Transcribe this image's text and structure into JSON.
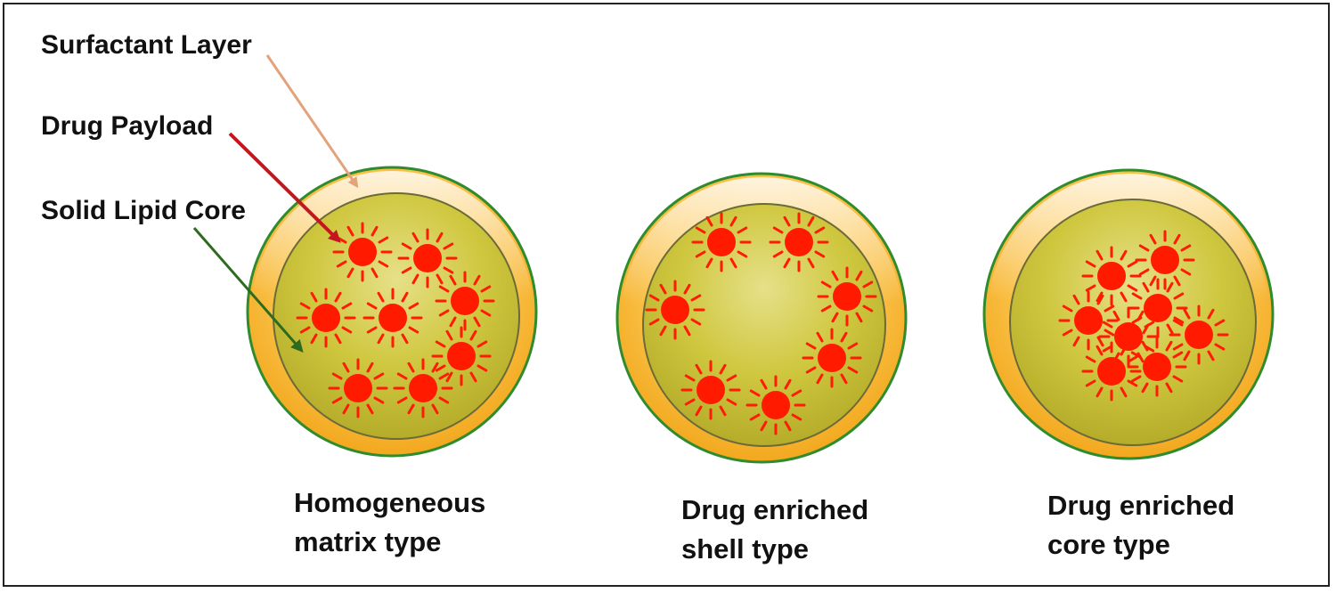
{
  "labels": {
    "surfactant_layer": "Surfactant Layer",
    "drug_payload": "Drug Payload",
    "solid_lipid_core": "Solid Lipid Core"
  },
  "captions": {
    "homogeneous": [
      "Homogeneous",
      "matrix type"
    ],
    "shell": [
      "Drug enriched",
      "shell type"
    ],
    "core": [
      "Drug enriched",
      "core type"
    ]
  },
  "colors": {
    "outer_ring": "#f7b733",
    "outer_border": "#2e8b2e",
    "core_fill": "#c9c234",
    "core_border": "#6b6a3a",
    "drug": "#ff1a00",
    "arrow_surfactant": "#e3a27a",
    "arrow_drug": "#c4161c",
    "arrow_core": "#2e6b1e"
  }
}
